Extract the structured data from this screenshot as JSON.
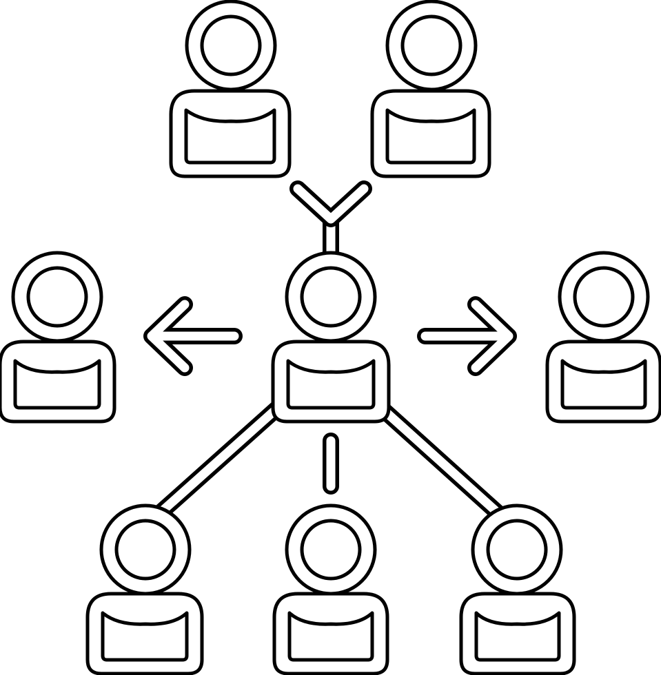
{
  "colors": {
    "stroke": "#000000",
    "background": "#ffffff"
  },
  "icon": "network-of-people-icon",
  "people": [
    "person-top-left",
    "person-top-right",
    "person-left",
    "person-center",
    "person-right",
    "person-bottom-left",
    "person-bottom-center",
    "person-bottom-right"
  ]
}
